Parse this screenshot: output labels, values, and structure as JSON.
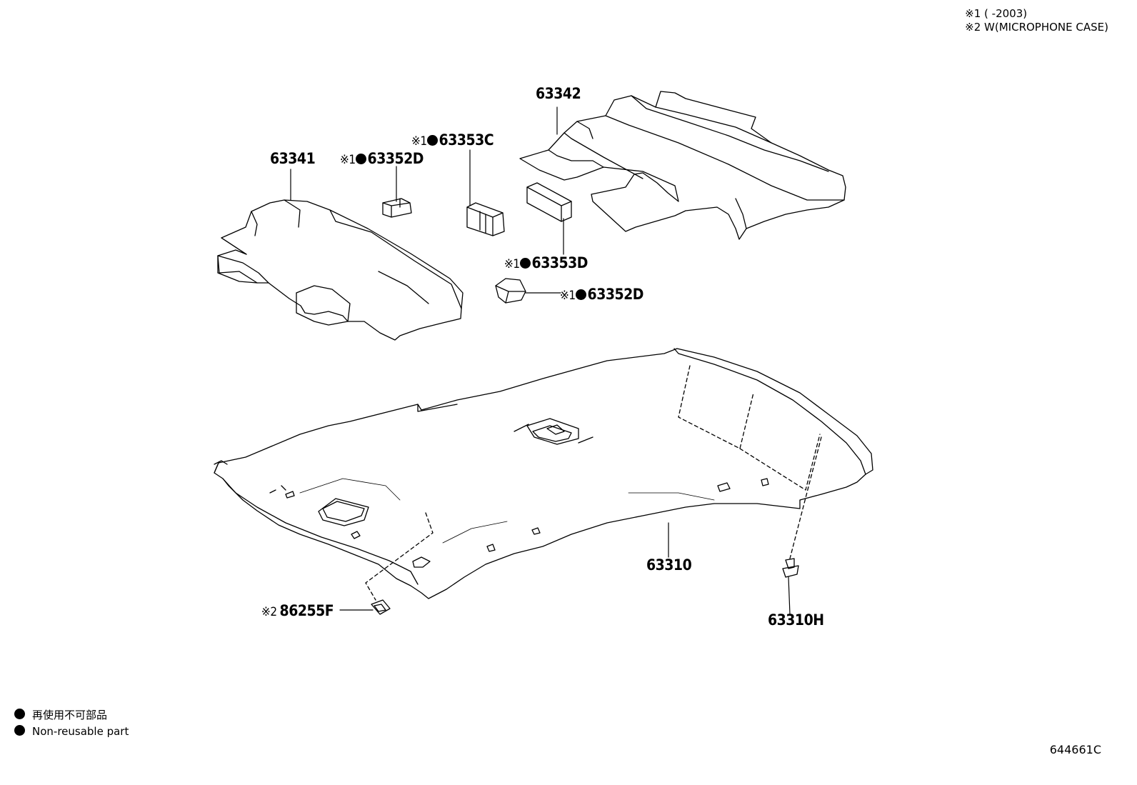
{
  "notes": {
    "note1": "※1 (      -2003)",
    "note2": "※2 W(MICROPHONE CASE)"
  },
  "parts": {
    "p63341": "63341",
    "p63342": "63342",
    "p63352d_a_mark": "※1",
    "p63352d_a": "63352D",
    "p63353c_mark": "※1",
    "p63353c": "63353C",
    "p63353d_mark": "※1",
    "p63353d": "63353D",
    "p63352d_b_mark": "※1",
    "p63352d_b": "63352D",
    "p63310": "63310",
    "p63310h": "63310H",
    "p86255f_mark": "※2",
    "p86255f": "86255F"
  },
  "legend": {
    "jp": "再使用不可部品",
    "en": "Non-reusable part"
  },
  "diagram_code": "644661C"
}
